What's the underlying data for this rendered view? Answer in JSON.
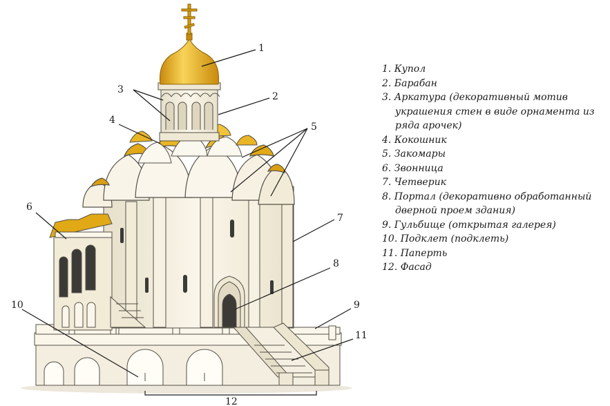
{
  "callouts": [
    "1",
    "2",
    "3",
    "4",
    "5",
    "6",
    "7",
    "8",
    "9",
    "10",
    "11",
    "12"
  ],
  "legend": [
    "1. Купол",
    "2. Барабан",
    "3. Аркатура (декоративный мотив украшения стен в виде орнамента из ряда арочек)",
    "4. Кокошник",
    "5. Закомары",
    "6. Звонница",
    "7. Четверик",
    "8. Портал (декоративно обработанный дверной проем здания)",
    "9. Гульбище (открытая галерея)",
    "10. Подклет (подклеть)",
    "11. Паперть",
    "12. Фасад"
  ],
  "colors": {
    "wall": "#f7f3e6",
    "wall_shade": "#e4ddc7",
    "outline": "#555048",
    "gold": "#e0a915",
    "gold_light": "#f8d45a",
    "window": "#3b3a36"
  }
}
